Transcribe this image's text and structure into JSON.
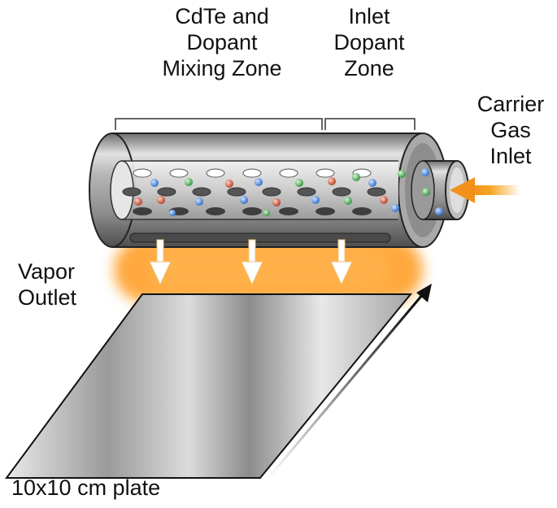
{
  "labels": {
    "mixing_zone": [
      "CdTe and",
      "Dopant",
      "Mixing Zone"
    ],
    "inlet_zone": [
      "Inlet",
      "Dopant",
      "Zone"
    ],
    "carrier_gas": [
      "Carrier",
      "Gas",
      "Inlet"
    ],
    "vapor_outlet": [
      "Vapor",
      "Outlet"
    ],
    "plate": "10x10 cm plate"
  },
  "colors": {
    "vapor_glow": "#ff9a1f",
    "carrier_arrow": "#f5a623",
    "particle_blue": "#3b7fd6",
    "particle_red": "#c4472c",
    "particle_green": "#3fa447",
    "tube_metal": "#8a8a8a"
  },
  "icons": {
    "flow_arrows": "down-arrow-icon",
    "gas_arrow": "left-arrow-icon",
    "motion_arrow": "diagonal-arrow-icon"
  }
}
